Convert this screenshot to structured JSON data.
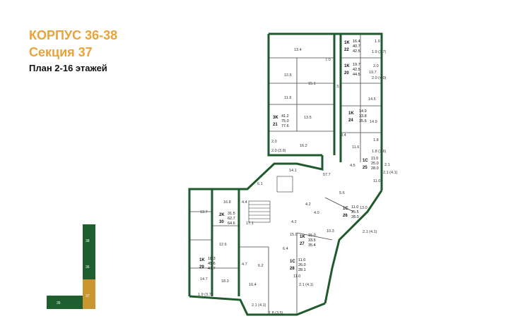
{
  "header": {
    "title": "КОРПУС 36-38",
    "section": "Секция 37",
    "floors": "План 2-16 этажей"
  },
  "colors": {
    "accent": "#e8a33a",
    "wall": "#1f5a2c",
    "key_green": "#1e5e2f",
    "key_orange": "#c9962f"
  },
  "key_plan": {
    "labels": [
      "38",
      "36",
      "37",
      "35"
    ]
  },
  "rooms": [
    "13.4",
    "12.5",
    "15.1",
    "11.9",
    "13.5",
    "7.0",
    "3.8",
    "19.7",
    "14.5",
    "14.9",
    "3.4",
    "11.6",
    "16.2",
    "14.1",
    "57.7",
    "4.5",
    "5.6",
    "6.1",
    "4.4",
    "16.8",
    "13.7",
    "17.1",
    "4.2",
    "4.0",
    "10.3",
    "4.2",
    "15.0",
    "12.6",
    "6.4",
    "4.7",
    "18.3",
    "14.7",
    "16.4",
    "6.2",
    "11.0",
    "13.0",
    "11.0",
    "1.9",
    "2.0",
    "1.8",
    "2.0",
    "2.1"
  ],
  "balconies": [
    "1.9 (3.7)",
    "2.0 (4.0)",
    "1.8 (3.6)",
    "2.0 (3.9)",
    "2.1 (4.1)",
    "2.1 (4.1)",
    "2.1 (4.1)",
    "1.9 (3.7)",
    "2.1 (4.1)",
    "1.8 (3.5)"
  ],
  "units": [
    {
      "type": "1K",
      "no": "22",
      "areas": [
        "16.4",
        "40.7",
        "42.5"
      ]
    },
    {
      "type": "1K",
      "no": "20",
      "areas": [
        "19.7",
        "42.5",
        "44.5"
      ]
    },
    {
      "type": "3K",
      "no": "21",
      "areas": [
        "41.2",
        "75.0",
        "77.6"
      ]
    },
    {
      "type": "1K",
      "no": "24",
      "areas": [
        "14.9",
        "33.8",
        "35.6"
      ]
    },
    {
      "type": "1С",
      "no": "25",
      "areas": [
        "11.0",
        "25.0",
        "28.0"
      ]
    },
    {
      "type": "1С",
      "no": "26",
      "areas": [
        "11.0",
        "25.5",
        "28.0"
      ]
    },
    {
      "type": "2K",
      "no": "30",
      "areas": [
        "31.5",
        "62.7",
        "64.6"
      ]
    },
    {
      "type": "1K",
      "no": "27",
      "areas": [
        "15.0",
        "33.5",
        "35.4"
      ]
    },
    {
      "type": "1K",
      "no": "29",
      "areas": [
        "18.3",
        "45.6",
        "47.7"
      ]
    },
    {
      "type": "1С",
      "no": "28",
      "areas": [
        "11.0",
        "26.0",
        "28.1"
      ]
    }
  ]
}
